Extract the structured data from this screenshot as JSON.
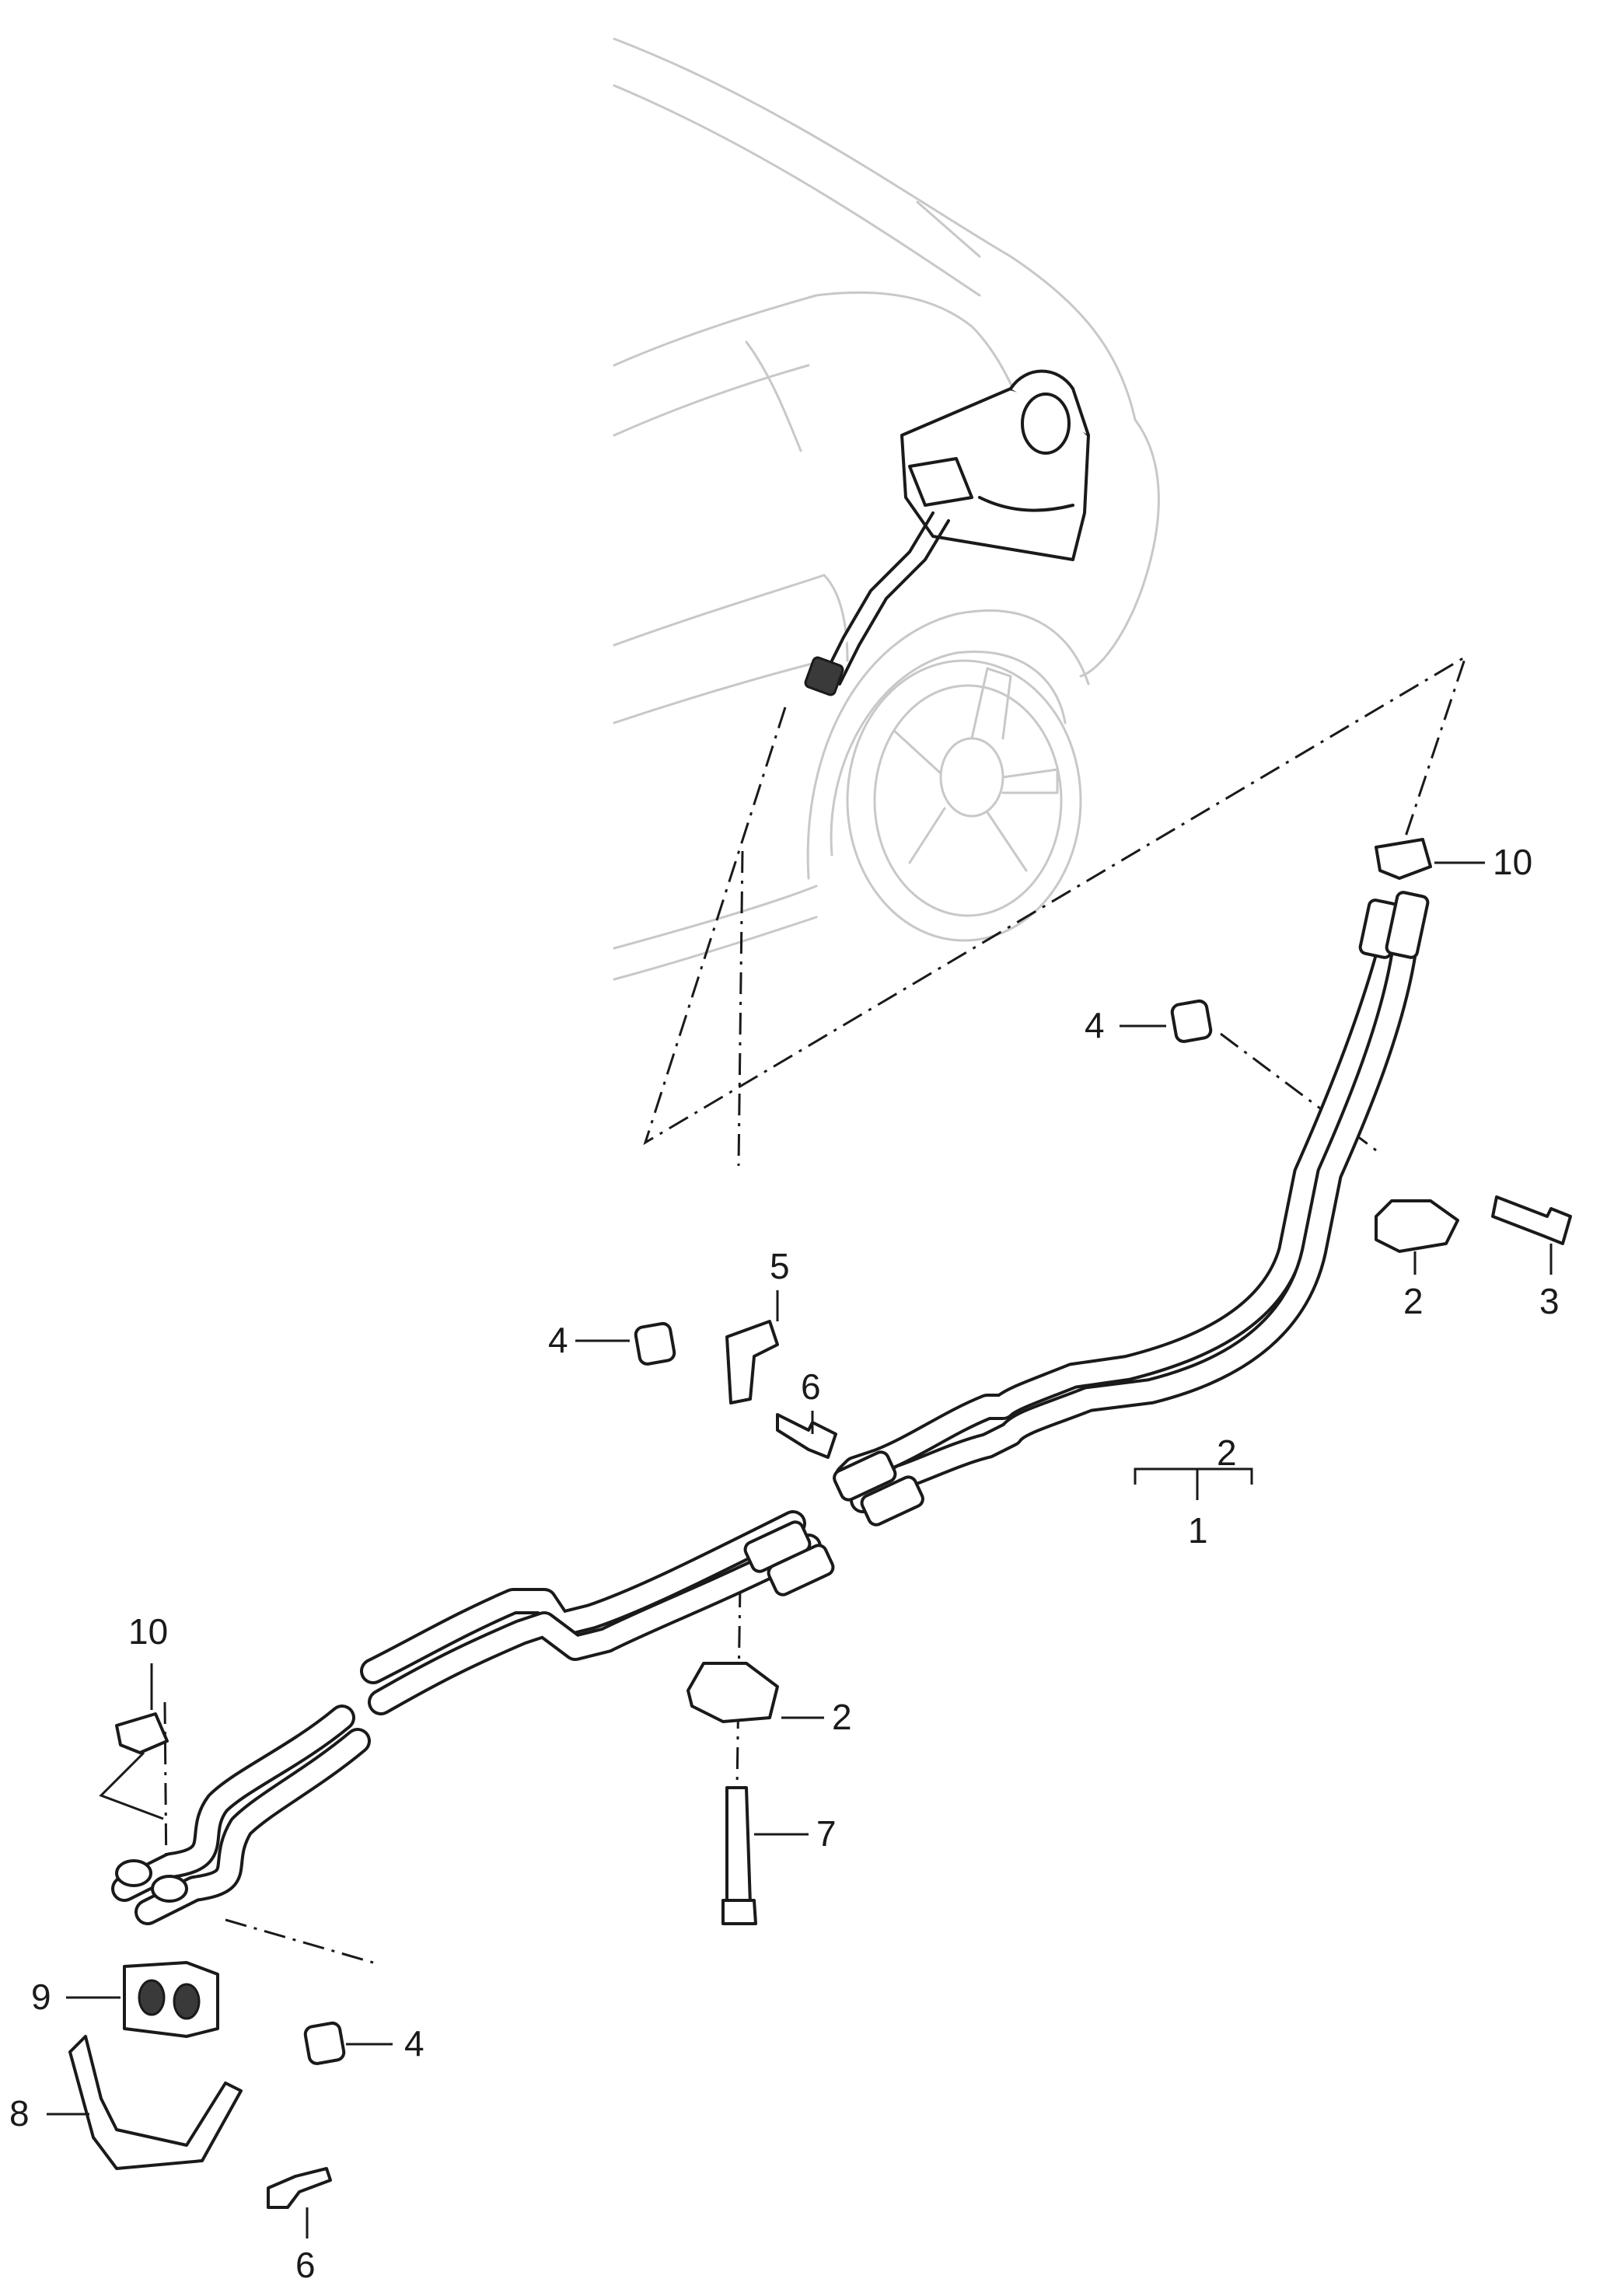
{
  "callouts": {
    "c1": "1",
    "c2a": "2",
    "c2b": "2",
    "c2c": "2",
    "c3": "3",
    "c4a": "4",
    "c4b": "4",
    "c4c": "4",
    "c5": "5",
    "c6a": "6",
    "c6b": "6",
    "c7": "7",
    "c8": "8",
    "c9": "9",
    "c10a": "10",
    "c10b": "10"
  }
}
